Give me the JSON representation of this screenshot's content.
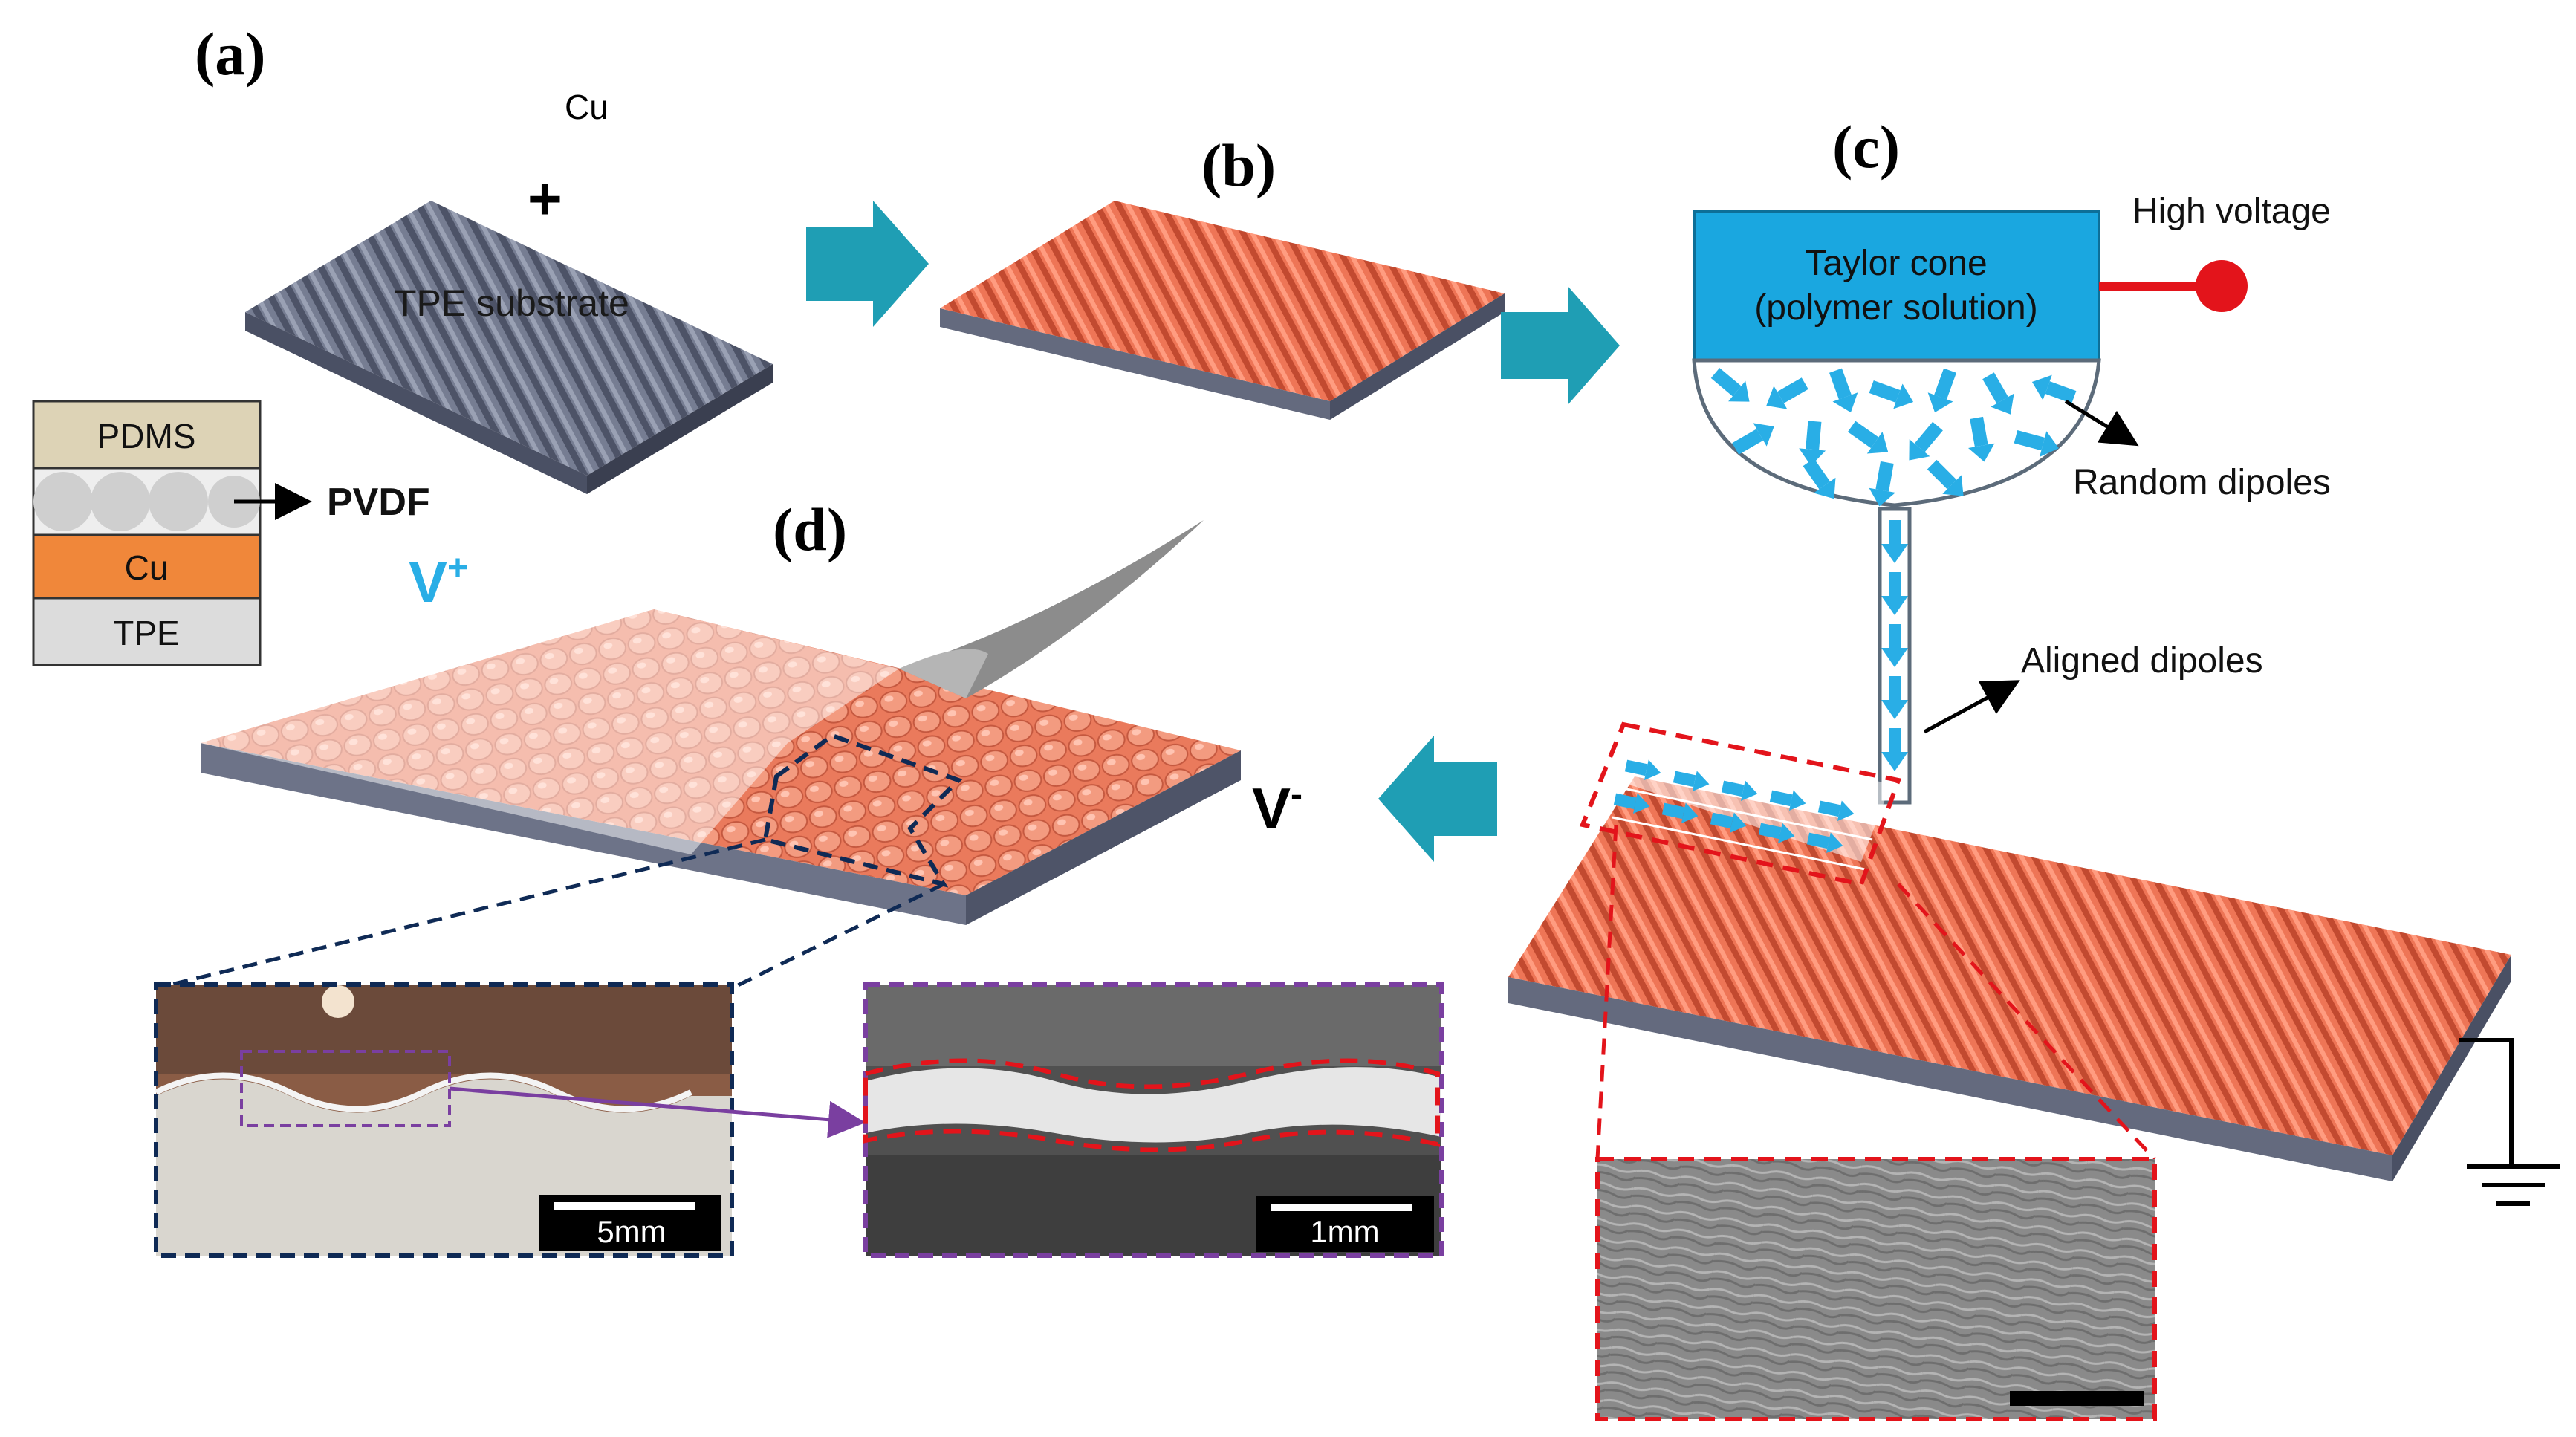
{
  "panels": {
    "a": "(a)",
    "b": "(b)",
    "c": "(c)",
    "d": "(d)"
  },
  "step_a": {
    "cu_label": "Cu",
    "plus_sign": "+",
    "substrate_label": "TPE substrate"
  },
  "step_c": {
    "taylor_cone_line1": "Taylor cone",
    "taylor_cone_line2": "(polymer solution)",
    "high_voltage": "High voltage",
    "random_dipoles": "Random dipoles",
    "aligned_dipoles": "Aligned dipoles"
  },
  "layer_stack": {
    "layers": [
      "PDMS",
      "",
      "Cu",
      "TPE"
    ],
    "pvdf_label": "PVDF"
  },
  "step_d": {
    "v_plus": "V",
    "v_plus_sup": "+",
    "v_minus": "V",
    "v_minus_sup": "-"
  },
  "insets": {
    "optical_scale": "5mm",
    "sem_cross_scale": "1mm"
  },
  "colors": {
    "copper": "#e8694a",
    "substrate": "#5e6478",
    "arrow_teal": "#1f9eb4",
    "cone_blue": "#1aa7e0",
    "dipole_blue": "#29aee6",
    "highlight_red": "#e3141b",
    "navy_dash": "#0f2a55",
    "purple_dash": "#7a3fa0",
    "stack_pdms": "#ddd3b6",
    "stack_cu": "#f0873a",
    "stack_tpe": "#dcdcdc"
  }
}
